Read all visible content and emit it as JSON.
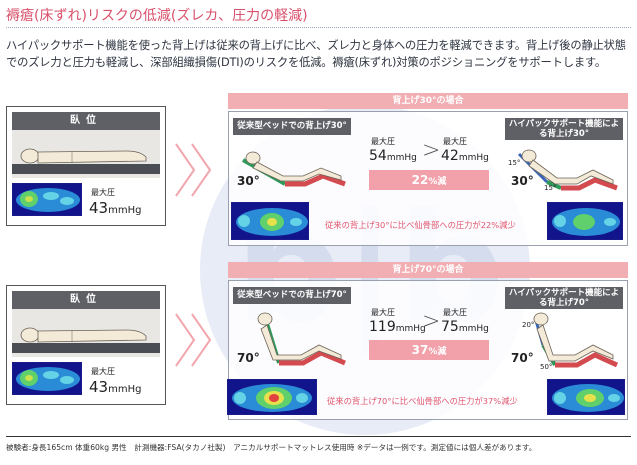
{
  "title": "褥瘡(床ずれ)リスクの低減(ズレカ、圧力の軽減)",
  "lead": "ハイパックサポート機能を使った背上げは従来の背上げに比べ、ズレ力と身体への圧力を軽減できます。背上げ後の静止状態でのズレ力と圧力も軽減し、深部組織損傷(DTI)のリスクを低減。褥瘡(床ずれ)対策のポジショニングをサポートします。",
  "lying": {
    "label": "臥位",
    "pressure_label": "最大圧",
    "pressure_value": "43",
    "pressure_unit": "mmHg"
  },
  "scenarios": [
    {
      "band": "背上げ30°の場合",
      "conventional_title": "従来型ベッドでの背上げ30°",
      "hipack_title": "ハイパックサポート機能による背上げ30°",
      "conv_angle": "30°",
      "hipack_angle": "30°",
      "hipack_sub_angle_a": "15°",
      "hipack_sub_angle_b": "15°",
      "max_label": "最大圧",
      "conv_value": "54",
      "hipack_value": "42",
      "unit": "mmHg",
      "reduction_value": "22",
      "reduction_unit": "%減",
      "note": "従来の背上げ30°に比べ仙骨部への圧力が22%減少"
    },
    {
      "band": "背上げ70°の場合",
      "conventional_title": "従来型ベッドでの背上げ70°",
      "hipack_title": "ハイパックサポート機能による背上げ70°",
      "conv_angle": "70°",
      "hipack_angle": "70°",
      "hipack_sub_angle_a": "20°",
      "hipack_sub_angle_b": "50°",
      "max_label": "最大圧",
      "conv_value": "119",
      "hipack_value": "75",
      "unit": "mmHg",
      "reduction_value": "37",
      "reduction_unit": "%減",
      "note": "従来の背上げ70°に比べ仙骨部への圧力が37%減少"
    }
  ],
  "footer": "被験者:身長165cm 体重60kg 男性　計測機器:FSA(タカノ社製)　アニカルサポートマットレス使用時 ※データは一例です。測定値には個人差があります。",
  "colors": {
    "accent": "#d9516b",
    "band": "#f1aeb3",
    "reduce": "#f2a0aa",
    "header_gray": "#5f6066",
    "bed_red": "#d34a4f",
    "bed_green": "#2e9a5a",
    "bed_blue": "#3a66b8"
  }
}
